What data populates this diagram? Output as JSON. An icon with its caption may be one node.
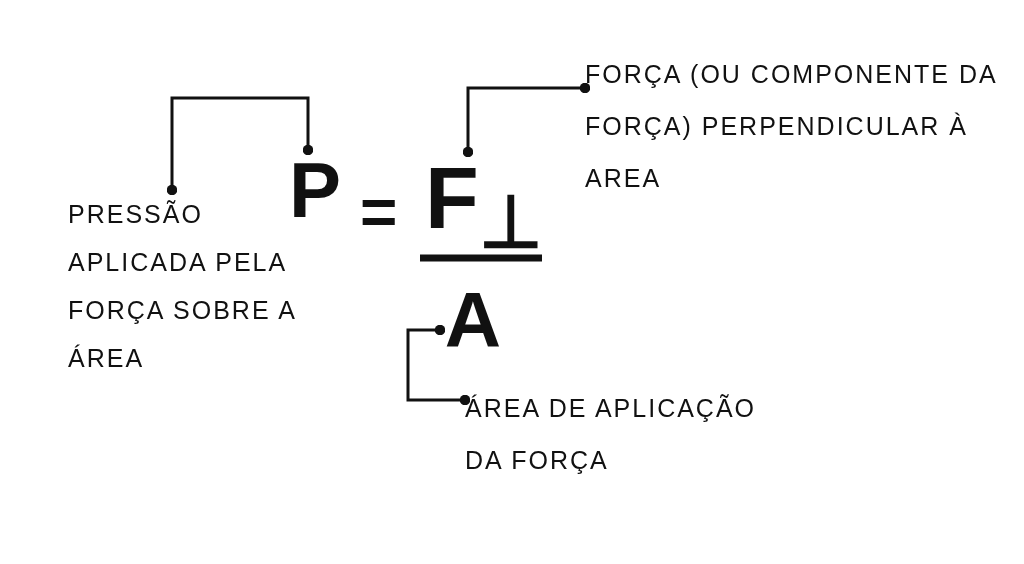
{
  "diagram": {
    "nodes": [
      {
        "text": [
          "PRESSÃO APLICADA PELA FORÇA SOBRE A ÁREA"
        ]
      },
      {
        "text": [
          "P"
        ]
      },
      {
        "text": [
          "F$_{⊥}$"
        ]
      },
      {
        "text": [
          "A"
        ]
      },
      {
        "text": [
          "FORÇA (OU COMPONENTE DA FORÇA) PERPENDICULAR À AREA"
        ]
      },
      {
        "text": [
          "ÁREA DE APLICAÇÃO DA FORÇA"
        ]
      }
    ],
    "edges": [
      {
        "from": 0,
        "to": 1,
        "arrow": "other"
      },
      {
        "from": 4,
        "to": 2,
        "arrow": "other"
      },
      {
        "from": 5,
        "to": 3,
        "arrow": "other"
      }
    ],
    "labels": [
      "="
    ]
  }
}
